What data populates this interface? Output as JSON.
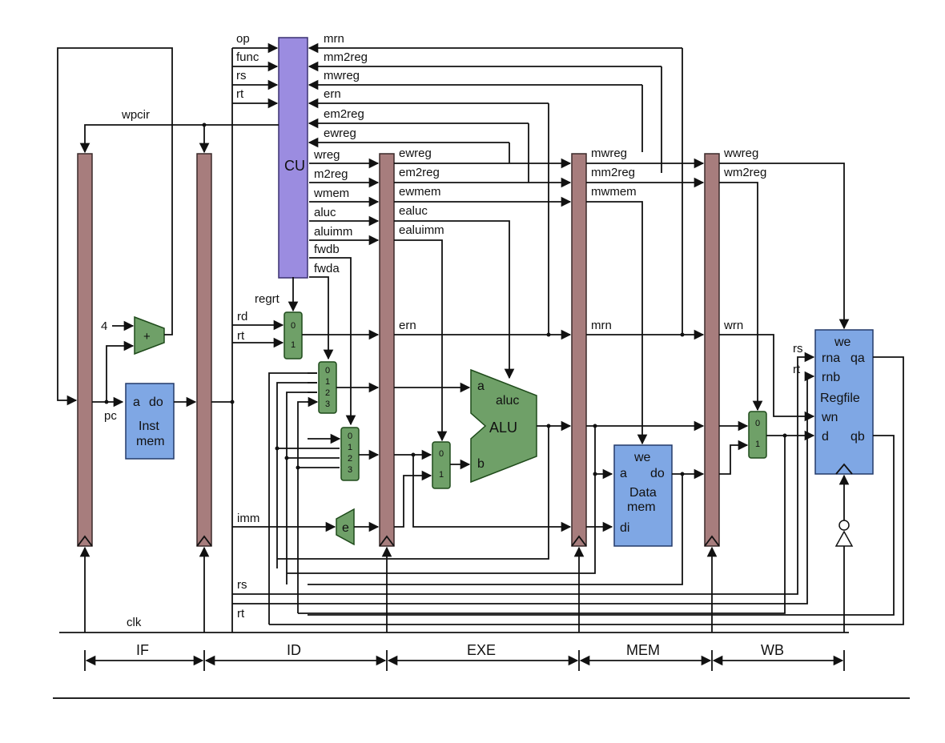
{
  "cu": {
    "label": "CU"
  },
  "cu_inputs_left": [
    "op",
    "func",
    "rs",
    "rt"
  ],
  "cu_inputs_right": [
    "mrn",
    "mm2reg",
    "mwreg",
    "ern",
    "em2reg",
    "ewreg"
  ],
  "cu_outputs": [
    "wreg",
    "m2reg",
    "wmem",
    "aluc",
    "aluimm",
    "fwdb",
    "fwda"
  ],
  "signals": {
    "wpcir": "wpcir",
    "regrt": "regrt",
    "four": "4",
    "plus": "+",
    "pc": "pc",
    "rd": "rd",
    "rt": "rt",
    "rs": "rs",
    "imm": "imm",
    "clk": "clk",
    "ern": "ern",
    "mrn": "mrn",
    "wrn": "wrn"
  },
  "exe_signals": [
    "ewreg",
    "em2reg",
    "ewmem",
    "ealuc",
    "ealuimm"
  ],
  "mem_signals": [
    "mwreg",
    "mm2reg",
    "mwmem"
  ],
  "wb_signals": [
    "wwreg",
    "wm2reg"
  ],
  "inst_mem": {
    "a": "a",
    "do": "do",
    "name1": "Inst",
    "name2": "mem"
  },
  "data_mem": {
    "we": "we",
    "a": "a",
    "do": "do",
    "name1": "Data",
    "name2": "mem",
    "di": "di"
  },
  "alu": {
    "a": "a",
    "b": "b",
    "aluc": "aluc",
    "name": "ALU"
  },
  "regfile": {
    "we": "we",
    "rna": "rna",
    "qa": "qa",
    "rnb": "rnb",
    "name": "Regfile",
    "wn": "wn",
    "d": "d",
    "qb": "qb",
    "rs": "rs",
    "rt": "rt"
  },
  "ext": {
    "label": "e"
  },
  "mux_labels": {
    "regrt_mux": [
      "0",
      "1"
    ],
    "fwda_mux": [
      "0",
      "1",
      "2",
      "3"
    ],
    "fwdb_mux": [
      "0",
      "1",
      "2",
      "3"
    ],
    "aluimm_mux": [
      "0",
      "1"
    ],
    "wb_mux": [
      "0",
      "1"
    ]
  },
  "stages": [
    "IF",
    "ID",
    "EXE",
    "MEM",
    "WB"
  ]
}
